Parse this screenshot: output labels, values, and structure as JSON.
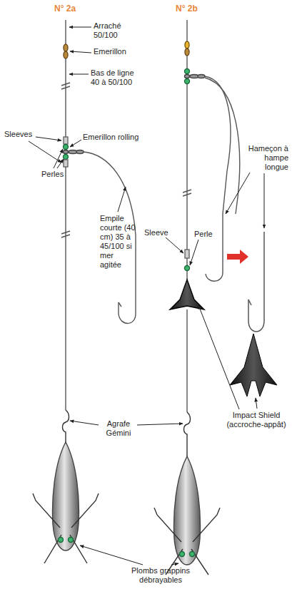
{
  "diagram": {
    "labels": [
      "N° 2a",
      "N° 2b",
      "Arraché 50/100",
      "Emerillon",
      "Bas de ligne 40 à 50/100",
      "Sleeves",
      "Emerillon rolling",
      "Perles",
      "Empile courte (40 cm) 35 à 45/100 si mer agitée",
      "Hameçon à hampe longue",
      "Sleeve",
      "Perle",
      "Agrafe Gémini",
      "Impact Shield (accroche-appât)",
      "Plombs grappins débrayables"
    ]
  }
}
